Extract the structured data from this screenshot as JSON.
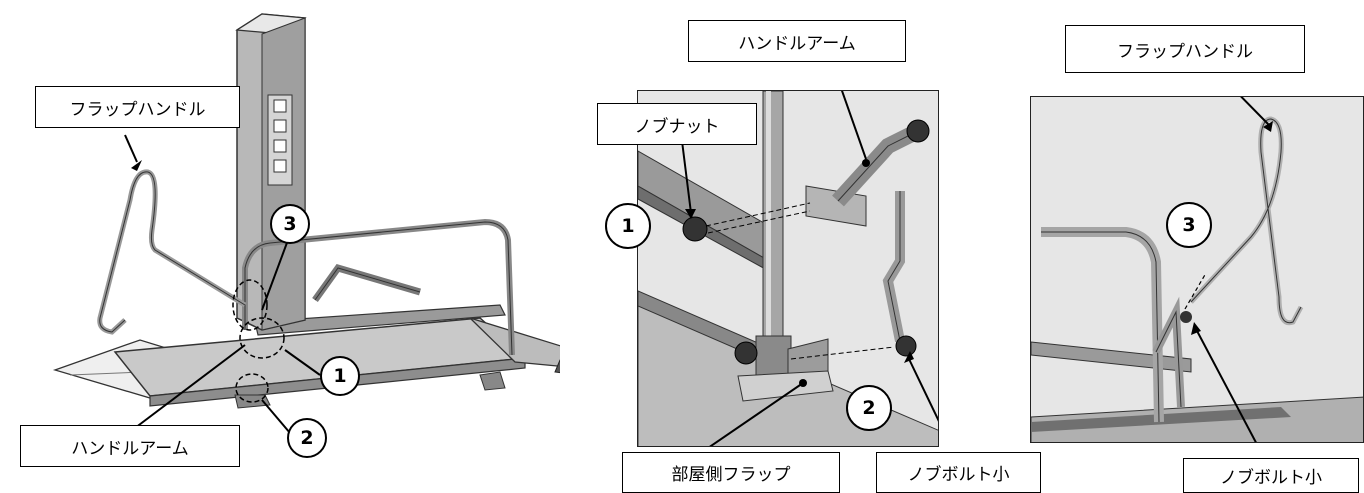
{
  "left_figure": {
    "labels": {
      "flap_handle": "フラップハンドル",
      "handle_arm": "ハンドルアーム"
    },
    "markers": [
      "1",
      "2",
      "3"
    ]
  },
  "middle_figure": {
    "labels": {
      "handle_arm": "ハンドルアーム",
      "knob_nut": "ノブナット",
      "room_side_flap": "部屋側フラップ",
      "knob_bolt_small": "ノブボルト小"
    },
    "markers": [
      "1",
      "2"
    ]
  },
  "right_figure": {
    "labels": {
      "flap_handle": "フラップハンドル",
      "knob_bolt_small": "ノブボルト小"
    },
    "markers": [
      "3"
    ]
  },
  "colors": {
    "line": "#000000",
    "metal_light": "#d9d9d9",
    "metal_mid": "#a8a8a8",
    "metal_dark": "#555555"
  }
}
